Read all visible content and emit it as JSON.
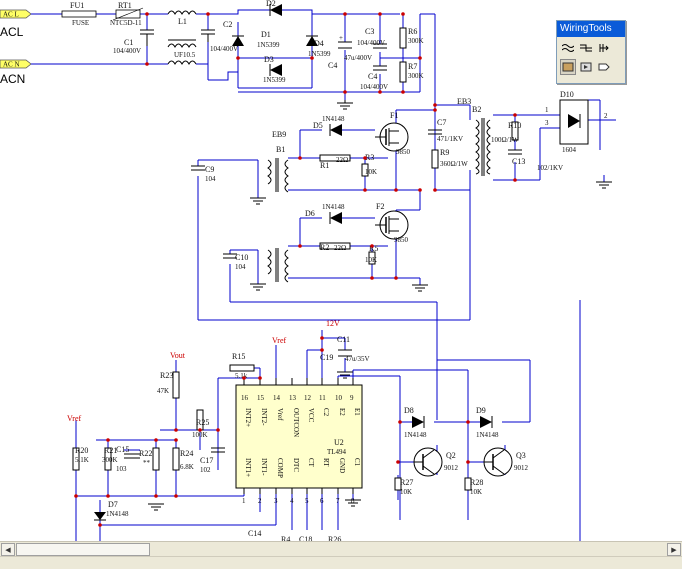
{
  "toolbox": {
    "title": "WiringTools",
    "tools": [
      "wire-tool",
      "bus-tool",
      "entry-tool",
      "component-tool",
      "junction-tool",
      "port-tool"
    ]
  },
  "ports": {
    "acl": "ACL",
    "acn": "ACN",
    "acl_tag": "AC L",
    "acn_tag": "AC N"
  },
  "labels": {
    "fu1": "FU1",
    "fuse": "FUSE",
    "rt1": "RT1",
    "ntc": "NTC5D-11",
    "l1": "L1",
    "uf": "UF10.5",
    "c1": "C1",
    "c1v": "104/400V",
    "c2": "C2",
    "c2v": "104/400V",
    "d1": "D1",
    "d1v": "1N5399",
    "d2": "D2",
    "d3": "D3",
    "d3v": "1N5399",
    "d4": "D4",
    "d4v": "1N5399",
    "c3": "C3",
    "c3v": "104/400V",
    "c4a": "C4",
    "c4av": "104/400V",
    "c4": "C4",
    "c4v": "47u/400V",
    "r6": "R6",
    "r6v": "300K",
    "r7": "R7",
    "r7v": "300K",
    "eb3": "EB3",
    "b2": "B2",
    "d10": "D10",
    "d10v": "1604",
    "d10p1": "1",
    "d10p3": "3",
    "d10p2": "2",
    "r10": "R10",
    "r10v": "100Ω/1W",
    "c13": "C13",
    "c13v": "102/1KV",
    "c7": "C7",
    "c7v": "471/1KV",
    "r9": "R9",
    "r9v": "360Ω/1W",
    "d5": "D5",
    "d5v": "1N4148",
    "f1": "F1",
    "f1v": "9850",
    "r1": "R1",
    "r1v": "22Ω",
    "r3": "R3",
    "r3v": "10K",
    "eb9": "EB9",
    "b1": "B1",
    "c9": "C9",
    "c9v": "104",
    "d6": "D6",
    "d6v": "1N4148",
    "f2": "F2",
    "f2v": "9850",
    "r2": "R2",
    "r2v": "22Ω",
    "r5": "R5",
    "r5v": "10K",
    "c10": "C10",
    "c10v": "104",
    "v12": "12V",
    "c11": "C11",
    "c11v": "47u/35V",
    "c19": "C19",
    "vref1": "Vref",
    "vref2": "Vref",
    "vout": "Vout",
    "r15": "R15",
    "r15v": "5.1k",
    "r23": "R23",
    "r23v": "47K",
    "r25": "R25",
    "r25v": "100K",
    "c17": "C17",
    "c17v": "102",
    "r20": "R20",
    "r20v": "5.1K",
    "r21": "R21",
    "r21v": "300K",
    "c15": "C15",
    "c15v": "103",
    "r22": "R22",
    "r22v": "**",
    "r24": "R24",
    "r24v": "6.8K",
    "d7": "D7",
    "d7v": "1N4148",
    "c14": "C14",
    "r4": "R4",
    "c18": "C18",
    "r26": "R26",
    "u2": "U2",
    "tl494": "TL494",
    "d8": "D8",
    "d8v": "1N4148",
    "d9": "D9",
    "d9v": "1N4148",
    "q2": "Q2",
    "q2v": "9012",
    "q3": "Q3",
    "q3v": "9012",
    "r27": "R27",
    "r27v": "10K",
    "r28": "R28",
    "r28v": "10K"
  },
  "ic": {
    "top_pins": [
      "16",
      "15",
      "14",
      "13",
      "12",
      "11",
      "10",
      "9"
    ],
    "bottom_pins": [
      "1",
      "2",
      "3",
      "4",
      "5",
      "6",
      "7",
      "8"
    ],
    "top_names": [
      "INT2+",
      "INT2-",
      "Vref",
      "OUTCON",
      "VCC",
      "C2",
      "E2",
      "E1"
    ],
    "bottom_names": [
      "INT1+",
      "INT1-",
      "COMP",
      "DTC",
      "CT",
      "RT",
      "GND",
      "C1"
    ]
  },
  "colors": {
    "wire": "#0000cc",
    "junction": "#cc0000",
    "part": "#000000",
    "port_fill": "#ffff66",
    "title": "#0a5bd8"
  }
}
